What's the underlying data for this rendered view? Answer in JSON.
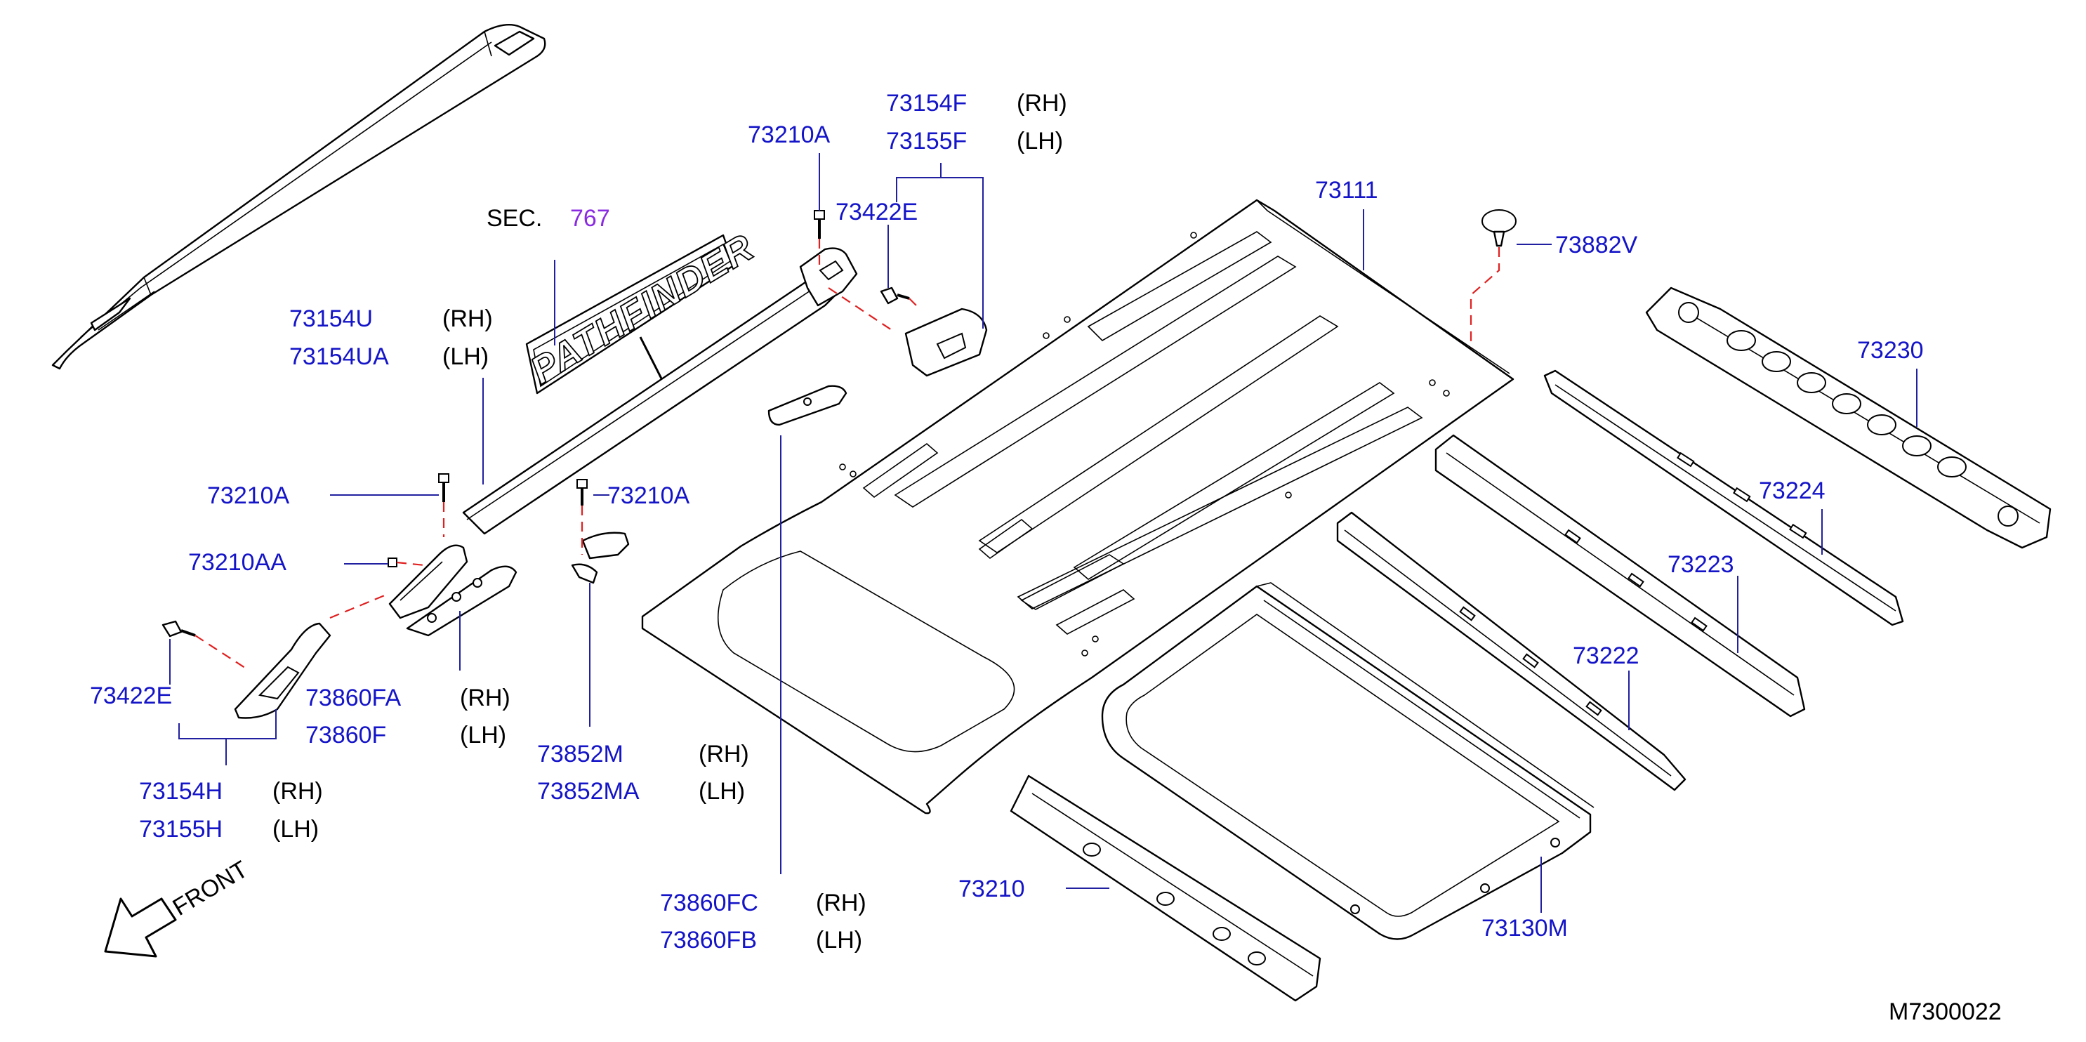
{
  "section_ref": {
    "prefix": "SEC.",
    "number": "767"
  },
  "emblem_text": "PATHFINDER",
  "front_label": "FRONT",
  "diagram_code": "M7300022",
  "callouts": {
    "c73154f": {
      "part": "73154F",
      "side": "(RH)"
    },
    "c73155f": {
      "part": "73155F",
      "side": "(LH)"
    },
    "c73210a_top": {
      "part": "73210A"
    },
    "c73422e_top": {
      "part": "73422E"
    },
    "c73111": {
      "part": "73111"
    },
    "c73882v": {
      "part": "73882V"
    },
    "c73230": {
      "part": "73230"
    },
    "c73154u": {
      "part": "73154U",
      "side": "(RH)"
    },
    "c73154ua": {
      "part": "73154UA",
      "side": "(LH)"
    },
    "c73210a_left": {
      "part": "73210A"
    },
    "c73210a_mid": {
      "part": "73210A"
    },
    "c73210aa": {
      "part": "73210AA"
    },
    "c73224": {
      "part": "73224"
    },
    "c73223": {
      "part": "73223"
    },
    "c73422e_left": {
      "part": "73422E"
    },
    "c73860fa": {
      "part": "73860FA",
      "side": "(RH)"
    },
    "c73860f": {
      "part": "73860F",
      "side": "(LH)"
    },
    "c73222": {
      "part": "73222"
    },
    "c73852m": {
      "part": "73852M",
      "side": "(RH)"
    },
    "c73852ma": {
      "part": "73852MA",
      "side": "(LH)"
    },
    "c73154h": {
      "part": "73154H",
      "side": "(RH)"
    },
    "c73155h": {
      "part": "73155H",
      "side": "(LH)"
    },
    "c73210": {
      "part": "73210"
    },
    "c73860fc": {
      "part": "73860FC",
      "side": "(RH)"
    },
    "c73860fb": {
      "part": "73860FB",
      "side": "(LH)"
    },
    "c73130m": {
      "part": "73130M"
    }
  }
}
